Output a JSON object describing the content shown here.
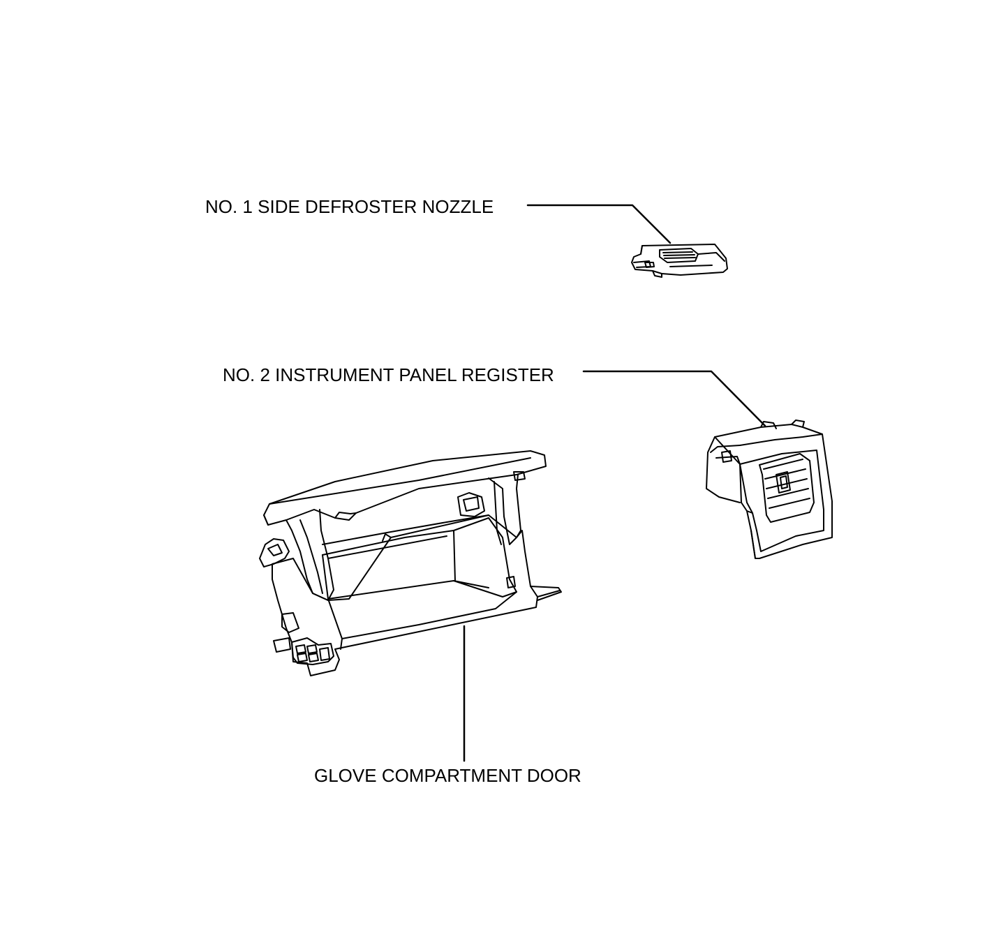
{
  "labels": {
    "defroster_nozzle": "NO. 1 SIDE DEFROSTER NOZZLE",
    "instrument_panel_register": "NO. 2 INSTRUMENT PANEL REGISTER",
    "glove_compartment_door": "GLOVE COMPARTMENT DOOR"
  },
  "colors": {
    "line": "#000000",
    "background": "#ffffff"
  }
}
